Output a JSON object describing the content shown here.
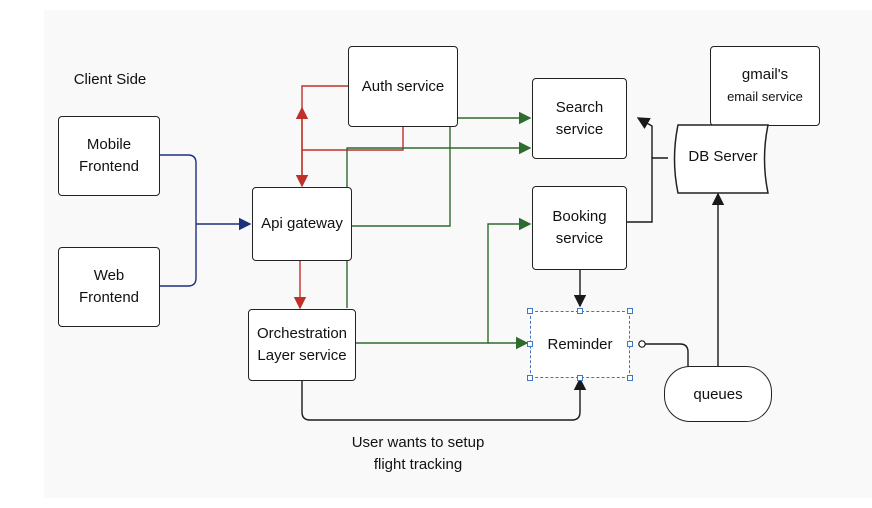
{
  "labels": {
    "client_side": "Client Side",
    "mobile_frontend": "Mobile\nFrontend",
    "web_frontend": "Web\nFrontend",
    "api_gateway": "Api gateway",
    "auth_service": "Auth service",
    "orchestration": "Orchestration\nLayer service",
    "search_service": "Search\nservice",
    "booking_service": "Booking\nservice",
    "reminder": "Reminder",
    "db_server": "DB Server",
    "gmail_title": "gmail's",
    "gmail_sub": "email service",
    "queues": "queues",
    "flight_note": "User wants to setup\nflight tracking"
  },
  "colors": {
    "navy": "#1f2f7a",
    "red": "#c0302a",
    "green": "#2e6b2e",
    "black": "#1a1a1a",
    "selection": "#3a78d0"
  }
}
